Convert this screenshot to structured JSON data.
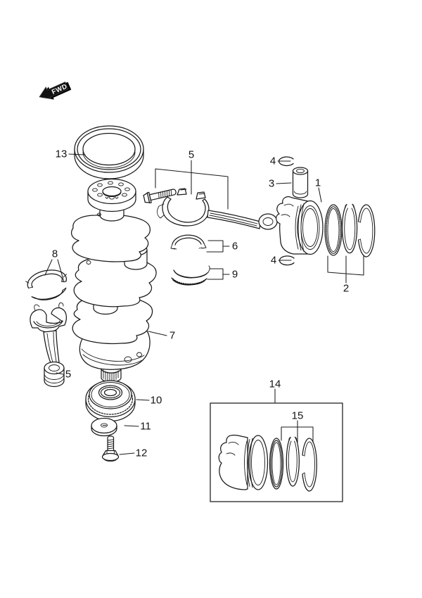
{
  "page": {
    "background": "#ffffff",
    "line_color": "#1a1a1a",
    "label_color": "#141414"
  },
  "orientation": {
    "label": "FWD"
  },
  "callouts": {
    "n1": "1",
    "n2": "2",
    "n3": "3",
    "n4": "4",
    "n5": "5",
    "n6": "6",
    "n7": "7",
    "n8": "8",
    "n9": "9",
    "n10": "10",
    "n11": "11",
    "n12": "12",
    "n13": "13",
    "n14": "14",
    "n15": "15"
  }
}
